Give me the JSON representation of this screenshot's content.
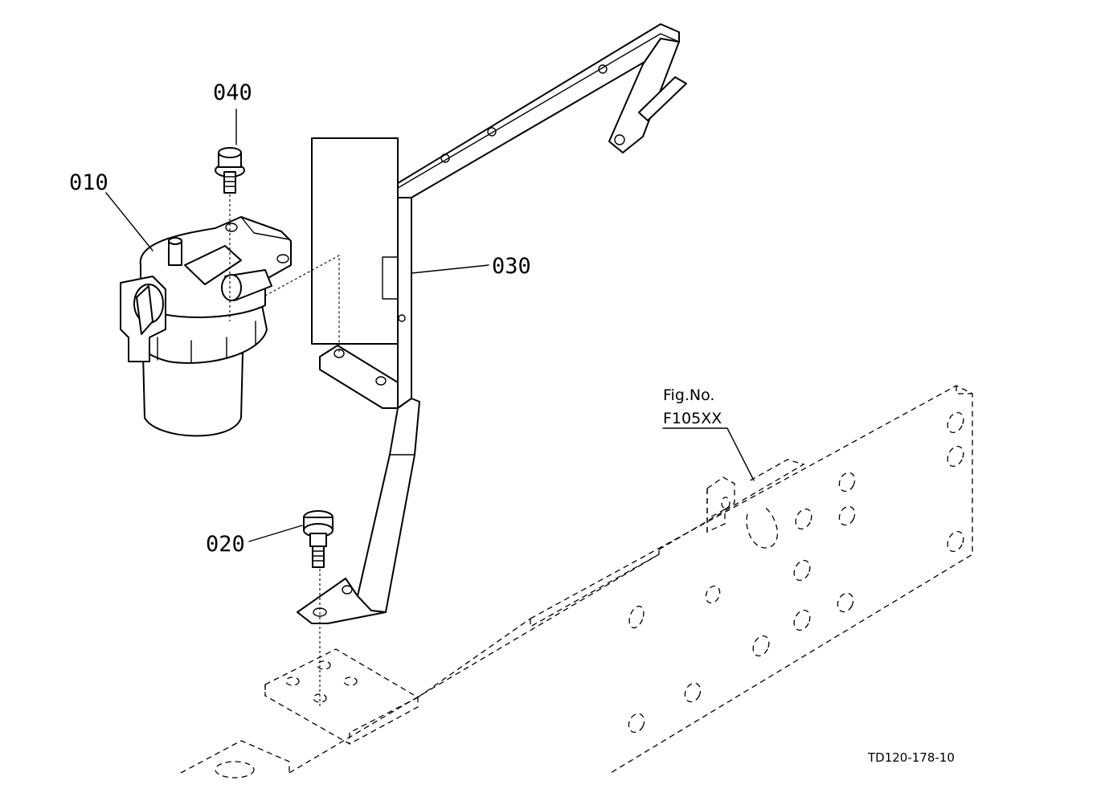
{
  "callouts": {
    "p010": "010",
    "p020": "020",
    "p030": "030",
    "p040": "040"
  },
  "figure_reference": {
    "line1": "Fig.No.",
    "line2": "F105XX"
  },
  "drawing_code": "TD120-178-10",
  "parts": {
    "p010_icon": "fuel-filter-icon",
    "p020_icon": "bolt-icon",
    "p030_icon": "bracket-icon",
    "p040_icon": "bolt-icon"
  }
}
